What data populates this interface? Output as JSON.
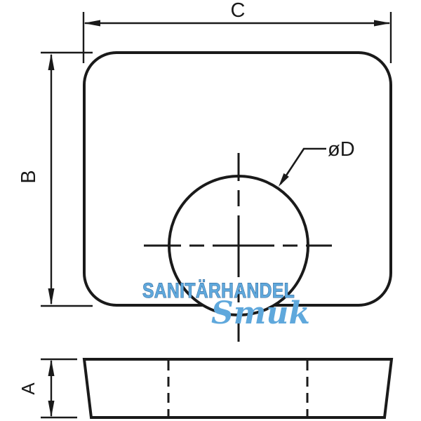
{
  "labels": {
    "width_top": "C",
    "height_left": "B",
    "hole_diameter": "øD",
    "thickness_side": "A"
  },
  "watermark": {
    "line1": "SANITÄRHANDEL",
    "line2": "Smuk",
    "fill_color": "#5FA8DC",
    "outline_color": "#2a5d8f"
  },
  "colors": {
    "line": "#1a1a1a",
    "background": "#ffffff"
  }
}
